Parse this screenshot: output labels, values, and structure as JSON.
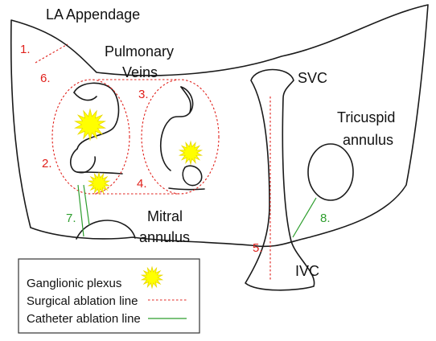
{
  "labels": {
    "la_appendage": "LA Appendage",
    "pulmonary": "Pulmonary",
    "veins": "Veins",
    "svc": "SVC",
    "tricuspid": "Tricuspid",
    "annulus": "annulus",
    "mitral": "Mitral",
    "mitral_annulus": "annulus",
    "ivc": "IVC"
  },
  "numbers": {
    "n1": "1.",
    "n2": "2.",
    "n3": "3.",
    "n4": "4.",
    "n5": "5.",
    "n6": "6.",
    "n7": "7.",
    "n8": "8."
  },
  "legend": {
    "ganglionic": "Ganglionic plexus",
    "surgical": "Surgical ablation line",
    "catheter": "Catheter ablation line"
  },
  "colors": {
    "surgical": "#e0201b",
    "catheter": "#2e9e2e",
    "plexus_fill": "#ffff00",
    "plexus_stroke": "#e8d800",
    "outline": "#1a1a1a"
  }
}
